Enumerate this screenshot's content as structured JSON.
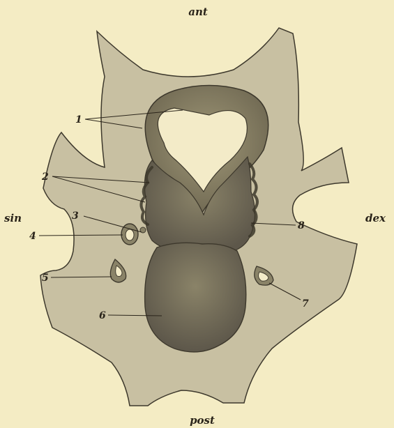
{
  "orientation": {
    "anterior": "ant",
    "posterior": "post",
    "left": "sin",
    "right": "dex"
  },
  "labels": {
    "l1": "1",
    "l2": "2",
    "l3": "3",
    "l4": "4",
    "l5": "5",
    "l6": "6",
    "l7": "7",
    "l8": "8"
  }
}
